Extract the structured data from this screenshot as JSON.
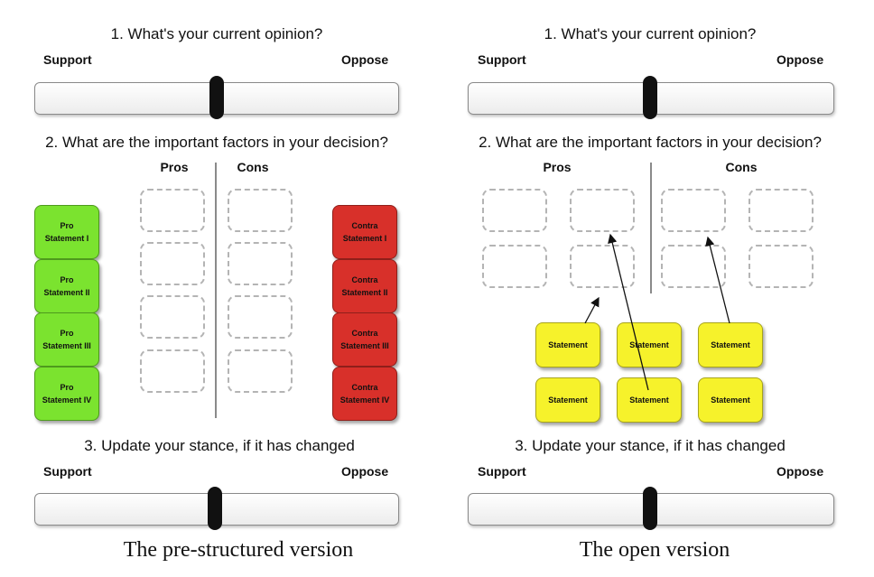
{
  "left": {
    "question1": "1. What's your current opinion?",
    "support_label": "Support",
    "oppose_label": "Oppose",
    "question2": "2. What are the important factors in your decision?",
    "pros_header": "Pros",
    "cons_header": "Cons",
    "pro_cards": [
      "Pro\nStatement I",
      "Pro\nStatement II",
      "Pro\nStatement III",
      "Pro\nStatement IV"
    ],
    "contra_cards": [
      "Contra\nStatement I",
      "Contra\nStatement II",
      "Contra\nStatement III",
      "Contra\nStatement IV"
    ],
    "question3": "3. Update your stance, if it has changed",
    "support_label2": "Support",
    "oppose_label2": "Oppose",
    "caption": "The pre-structured version",
    "slider1_value": 0.5,
    "slider2_value": 0.5
  },
  "right": {
    "question1": "1. What's your current opinion?",
    "support_label": "Support",
    "oppose_label": "Oppose",
    "question2": "2. What are the important factors in your decision?",
    "pros_header": "Pros",
    "cons_header": "Cons",
    "statement_cards": [
      "Statement",
      "Statement",
      "Statement",
      "Statement",
      "Statement",
      "Statement"
    ],
    "question3": "3. Update your stance, if it has changed",
    "support_label2": "Support",
    "oppose_label2": "Oppose",
    "caption": "The open version",
    "slider1_value": 0.5,
    "slider2_value": 0.5
  },
  "colors": {
    "pro_green": "#7be32f",
    "contra_red": "#d8302a",
    "statement_yellow": "#f6f22b",
    "slider_thumb": "#111111"
  }
}
